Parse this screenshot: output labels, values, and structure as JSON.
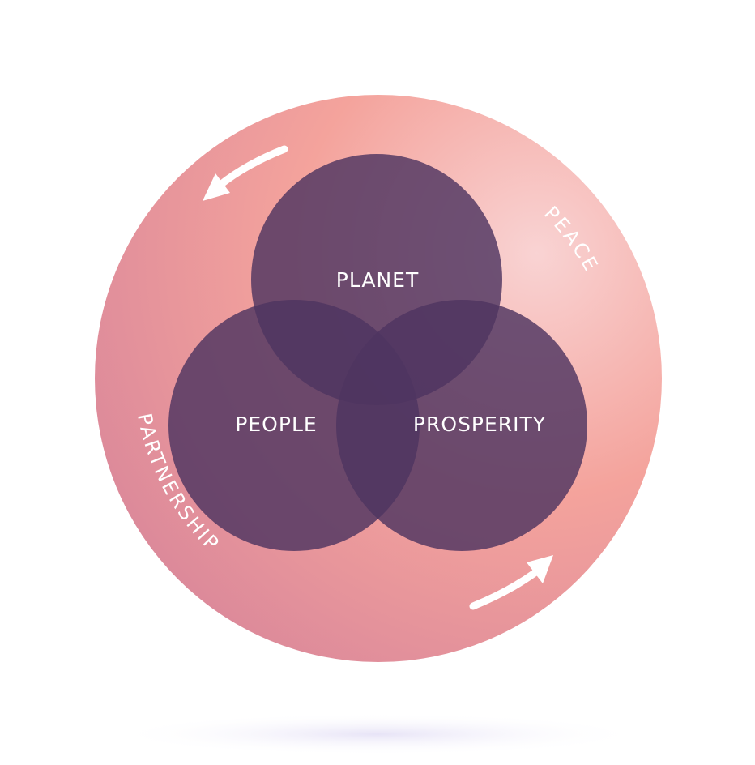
{
  "diagram": {
    "circles": {
      "planet": "PLANET",
      "people": "PEOPLE",
      "prosperity": "PROSPERITY"
    },
    "ring": {
      "peace": "PEACE",
      "partnership": "PARTNERSHIP"
    },
    "colors": {
      "ring_light": "#f9cfcf",
      "ring_mid": "#f4a39c",
      "ring_dark": "#d98196",
      "circle_fill": "#4e3460",
      "overlap_fill": "#4a3560",
      "arrow": "#ffffff",
      "shadow": "#e9e6f6"
    }
  }
}
